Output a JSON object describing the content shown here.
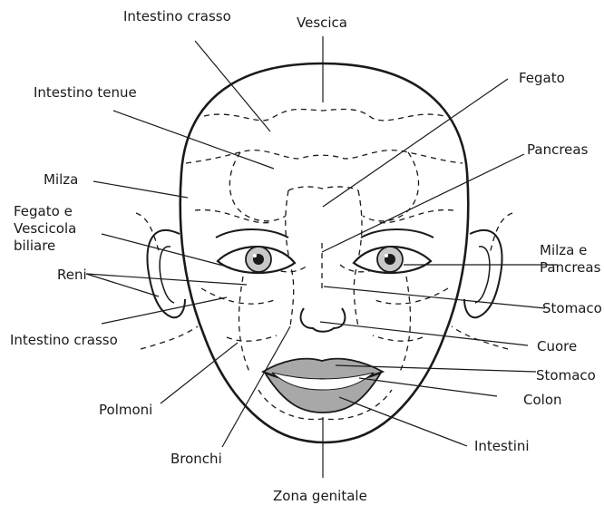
{
  "diagram": {
    "labels": {
      "intestino_crasso_top": "Intestino crasso",
      "vescica": "Vescica",
      "fegato": "Fegato",
      "intestino_tenue": "Intestino tenue",
      "pancreas": "Pancreas",
      "milza": "Milza",
      "fegato_vescicola": [
        "Fegato e",
        "Vescicola",
        "biliare"
      ],
      "milza_pancreas": [
        "Milza e",
        "Pancreas"
      ],
      "reni": "Reni",
      "stomaco_right": "Stomaco",
      "intestino_crasso_left": "Intestino crasso",
      "cuore": "Cuore",
      "stomaco_mouth": "Stomaco",
      "colon": "Colon",
      "polmoni": "Polmoni",
      "intestini": "Intestini",
      "bronchi": "Bronchi",
      "zona_genitale": "Zona genitale"
    },
    "colors": {
      "ink": "#1a1a1a",
      "lips": "#a8a8a8",
      "iris": "#c8c8c8"
    }
  }
}
